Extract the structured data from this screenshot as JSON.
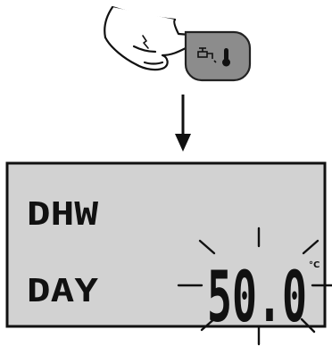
{
  "button": {
    "icons": [
      "tap-icon",
      "thermometer-icon"
    ],
    "color": "#8c8c8c"
  },
  "display": {
    "background": "#d2d2d2",
    "line1": "DHW",
    "line2": "DAY",
    "value": "50.0",
    "unit": "°C"
  }
}
